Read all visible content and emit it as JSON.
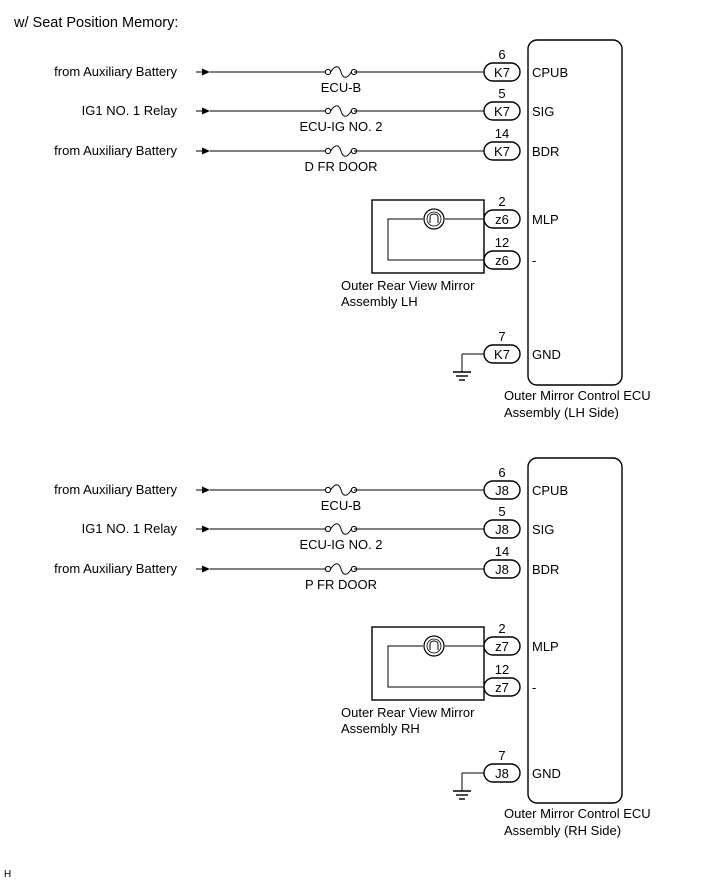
{
  "title": "w/ Seat Position Memory:",
  "corner_label": "H",
  "sections": [
    {
      "ecu_label_line1": "Outer Mirror Control ECU",
      "ecu_label_line2": "Assembly (LH Side)",
      "mirror_label_line1": "Outer Rear View Mirror",
      "mirror_label_line2": "Assembly LH",
      "inputs": [
        {
          "source": "from Auxiliary Battery",
          "fuse": "ECU-B",
          "pin": "6",
          "connector": "K7",
          "terminal": "CPUB"
        },
        {
          "source": "IG1 NO. 1 Relay",
          "fuse": "ECU-IG NO. 2",
          "pin": "5",
          "connector": "K7",
          "terminal": "SIG"
        },
        {
          "source": "from Auxiliary Battery",
          "fuse": "D FR DOOR",
          "pin": "14",
          "connector": "K7",
          "terminal": "BDR"
        }
      ],
      "mirror_pins": [
        {
          "pin": "2",
          "connector": "z6",
          "terminal": "MLP"
        },
        {
          "pin": "12",
          "connector": "z6",
          "terminal": "-"
        }
      ],
      "ground": {
        "pin": "7",
        "connector": "K7",
        "terminal": "GND"
      }
    },
    {
      "ecu_label_line1": "Outer Mirror Control ECU",
      "ecu_label_line2": "Assembly (RH Side)",
      "mirror_label_line1": "Outer Rear View Mirror",
      "mirror_label_line2": "Assembly RH",
      "inputs": [
        {
          "source": "from Auxiliary Battery",
          "fuse": "ECU-B",
          "pin": "6",
          "connector": "J8",
          "terminal": "CPUB"
        },
        {
          "source": "IG1 NO. 1 Relay",
          "fuse": "ECU-IG NO. 2",
          "pin": "5",
          "connector": "J8",
          "terminal": "SIG"
        },
        {
          "source": "from Auxiliary Battery",
          "fuse": "P FR DOOR",
          "pin": "14",
          "connector": "J8",
          "terminal": "BDR"
        }
      ],
      "mirror_pins": [
        {
          "pin": "2",
          "connector": "z7",
          "terminal": "MLP"
        },
        {
          "pin": "12",
          "connector": "z7",
          "terminal": "-"
        }
      ],
      "ground": {
        "pin": "7",
        "connector": "J8",
        "terminal": "GND"
      }
    }
  ]
}
